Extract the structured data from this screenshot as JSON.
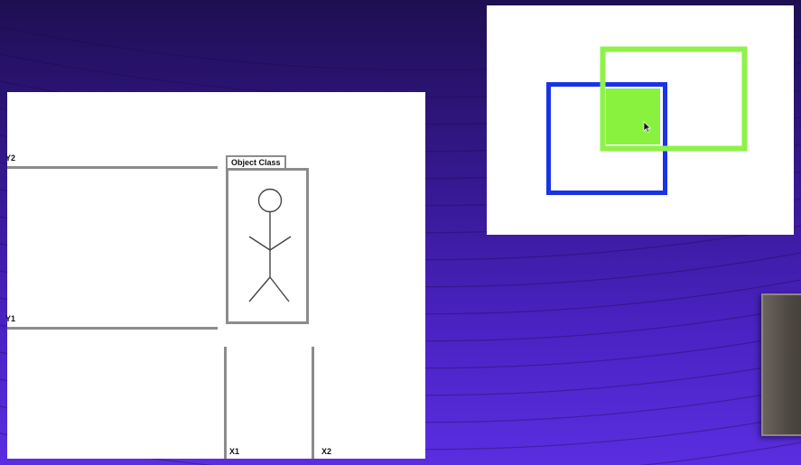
{
  "bbox_diagram": {
    "label_y2": "Y2",
    "label_y1": "Y1",
    "label_x1": "X1",
    "label_x2": "X2",
    "object_class_label": "Object Class",
    "figure_icon": "stick-figure-icon",
    "line_color": "#8c8c8c"
  },
  "iou_diagram": {
    "box_a_color": "#1a33e6",
    "box_b_color": "#8ef24a",
    "intersection_color": "#88f23f",
    "cursor_icon": "mouse-pointer-icon"
  },
  "background": {
    "top_color": "#1e0f52",
    "bottom_color": "#5a2ee0"
  }
}
